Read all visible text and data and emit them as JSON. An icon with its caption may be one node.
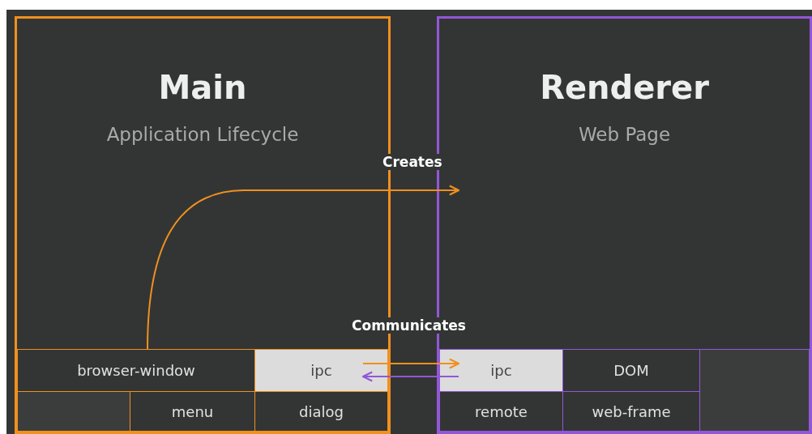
{
  "diagram": {
    "nodes": [
      {
        "text": [
          "Main",
          "Application Lifecycle"
        ]
      },
      {
        "text": [
          "Renderer",
          "Web Page"
        ]
      },
      {
        "text": [
          "browser-window"
        ],
        "in": 0
      },
      {
        "text": [
          "ipc"
        ],
        "in": 0
      },
      {
        "text": [],
        "shape": "box",
        "in": 0
      },
      {
        "text": [
          "menu"
        ],
        "in": 0
      },
      {
        "text": [
          "dialog"
        ],
        "in": 0
      },
      {
        "text": [
          "ipc"
        ],
        "in": 1
      },
      {
        "text": [
          "DOM"
        ],
        "in": 1
      },
      {
        "text": [],
        "shape": "box",
        "in": 1
      },
      {
        "text": [
          "remote"
        ],
        "in": 1
      },
      {
        "text": [
          "web-frame"
        ],
        "in": 1
      }
    ],
    "edges": [
      {
        "from": 2,
        "to": 1,
        "arrow": "to",
        "label": "Creates",
        "color": "#f0901e"
      },
      {
        "from": 3,
        "to": 7,
        "arrow": "to",
        "label": "Communicates",
        "color": "#f0901e"
      },
      {
        "from": 7,
        "to": 3,
        "arrow": "to",
        "color": "#9257d6"
      }
    ]
  }
}
